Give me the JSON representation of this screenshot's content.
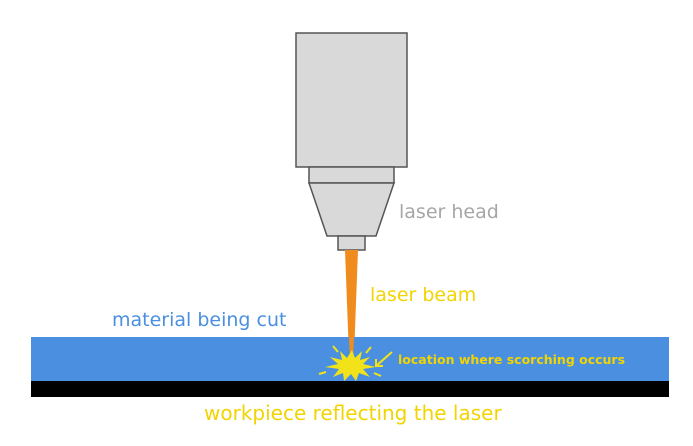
{
  "labels": {
    "laser_head": "laser head",
    "laser_beam": "laser beam",
    "material": "material being cut",
    "scorch_location": "location where scorching occurs",
    "workpiece": "workpiece reflecting the laser"
  },
  "colors": {
    "head_body_fill": "#d9d9d9",
    "head_outline": "#555555",
    "beam": "#f08c1e",
    "material": "#4a8fe0",
    "workpiece": "#000000",
    "spark": "#f2e21a",
    "label_gray": "#a6a6a6",
    "label_yellow": "#f2d400",
    "label_blue": "#4a8fe0"
  }
}
